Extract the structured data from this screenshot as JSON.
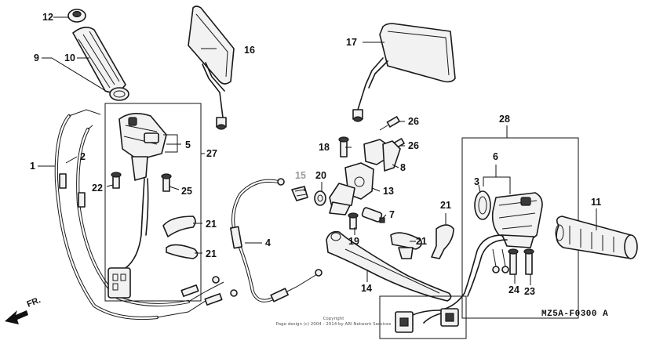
{
  "diagram": {
    "diagram_code": "MZ5A-F0300 A",
    "direction_label": "FR.",
    "copyright": {
      "line1": "Copyright",
      "line2": "Page design (c) 2004 - 2014 by ARI Network Services"
    },
    "callouts": [
      "1",
      "2",
      "3",
      "4",
      "5",
      "6",
      "7",
      "8",
      "9",
      "10",
      "11",
      "12",
      "13",
      "14",
      "15",
      "16",
      "17",
      "18",
      "19",
      "20",
      "21",
      "21",
      "21",
      "21",
      "22",
      "23",
      "24",
      "25",
      "26",
      "26",
      "27",
      "28"
    ]
  }
}
